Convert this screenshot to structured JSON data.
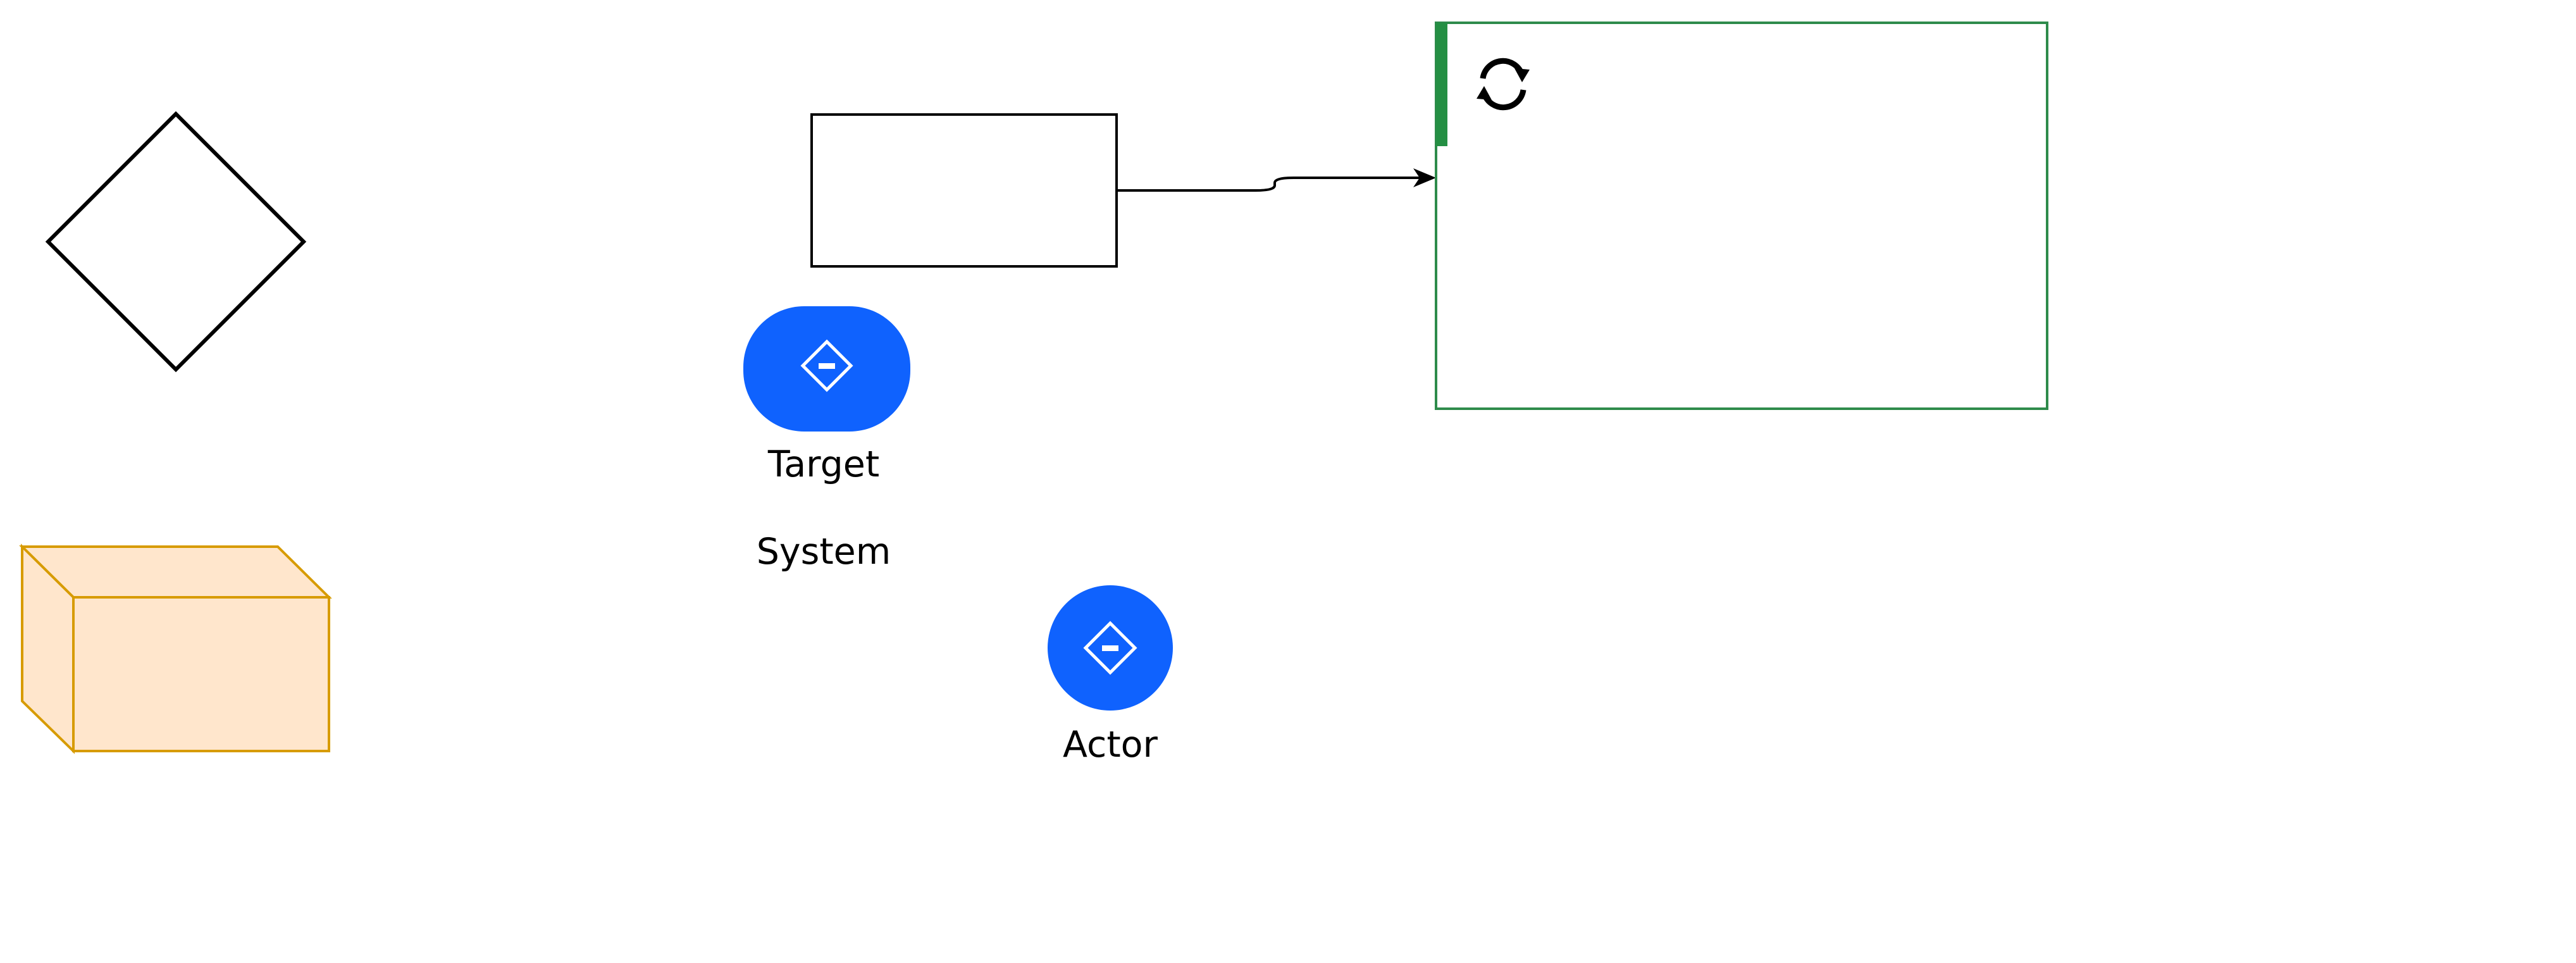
{
  "diagram": {
    "nodes": {
      "decision": {
        "shape": "diamond"
      },
      "cube": {
        "shape": "box-3d",
        "fill": "#FFE6CC",
        "stroke": "#D79B00"
      },
      "process": {
        "shape": "rectangle"
      },
      "target_system": {
        "shape": "rounded-blue-node",
        "icon": "diamond-minus-icon",
        "label_line1": "Target",
        "label_line2": "System",
        "color": "#0F62FE"
      },
      "actor": {
        "shape": "circle-blue-node",
        "icon": "diamond-minus-icon",
        "label": "Actor",
        "color": "#0F62FE"
      },
      "container": {
        "shape": "rectangle",
        "stroke": "#2E8B4B",
        "accent": "#248F43",
        "icon": "sync-icon"
      }
    },
    "edges": [
      {
        "from": "process",
        "to": "container",
        "arrow": "classic"
      }
    ]
  }
}
